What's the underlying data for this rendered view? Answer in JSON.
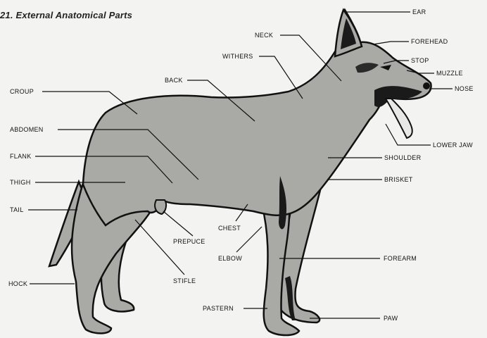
{
  "title": "21.  External Anatomical Parts",
  "colors": {
    "fill": "#a9a9a6",
    "outline": "#111111",
    "background": "#f3f3f1"
  },
  "labels": {
    "ear": "EAR",
    "forehead": "FOREHEAD",
    "stop": "STOP",
    "muzzle": "MUZZLE",
    "nose": "NOSE",
    "neck": "NECK",
    "withers": "WITHERS",
    "back": "BACK",
    "croup": "CROUP",
    "abdomen": "ABDOMEN",
    "flank": "FLANK",
    "thigh": "THIGH",
    "tail": "TAIL",
    "lower_jaw": "LOWER JAW",
    "shoulder": "SHOULDER",
    "brisket": "BRISKET",
    "chest": "CHEST",
    "prepuce": "PREPUCE",
    "elbow": "ELBOW",
    "forearm": "FOREARM",
    "stifle": "STIFLE",
    "hock": "HOCK",
    "pastern": "PASTERN",
    "paw": "PAW"
  }
}
